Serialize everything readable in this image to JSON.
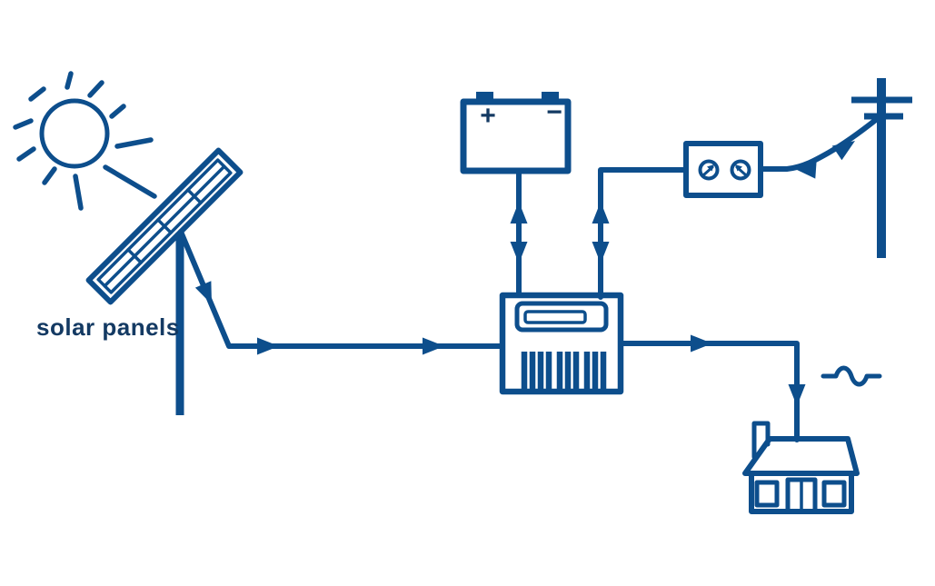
{
  "diagram": {
    "type": "solar-energy-system",
    "labels": {
      "solar_panels": "solar panels"
    },
    "battery": {
      "positive": "+",
      "negative": "−"
    },
    "colors": {
      "line": "#0d4e8c",
      "text": "#143a63",
      "background": "#ffffff"
    },
    "components": [
      "sun",
      "solar panels",
      "support pole",
      "inverter",
      "battery",
      "electricity meter",
      "utility pole",
      "house",
      "ac sine wave"
    ],
    "flows": [
      {
        "from": "solar panels",
        "to": "inverter",
        "direction": "one-way"
      },
      {
        "from": "inverter",
        "to": "battery",
        "direction": "two-way"
      },
      {
        "from": "inverter",
        "to": "electricity meter",
        "direction": "two-way"
      },
      {
        "from": "electricity meter",
        "to": "utility pole",
        "direction": "two-way"
      },
      {
        "from": "inverter",
        "to": "house",
        "direction": "one-way"
      }
    ]
  }
}
